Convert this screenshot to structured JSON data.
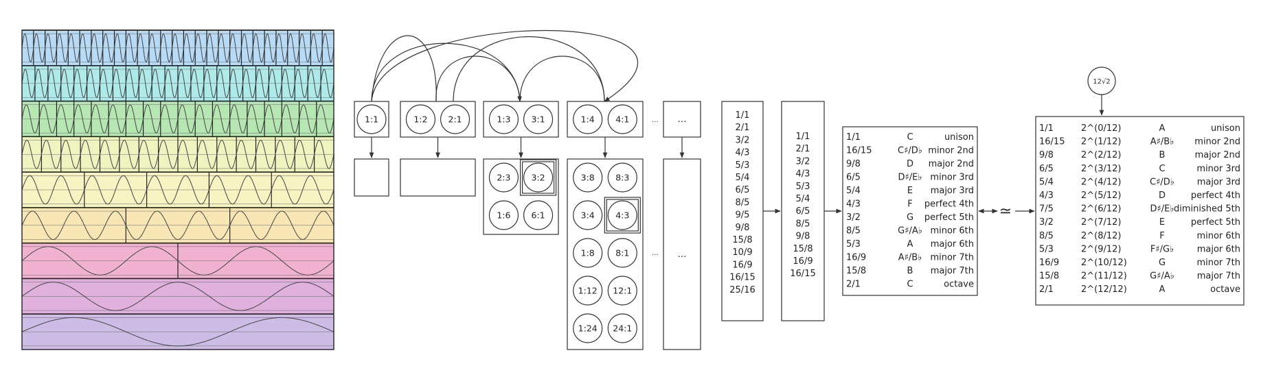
{
  "waves": {
    "colors": [
      "#b8daf4",
      "#aeeaea",
      "#b6e6b2",
      "#eef3bf",
      "#f8f3c2",
      "#f8e7b4",
      "#f1b2d2",
      "#dfb1dc",
      "#cdbde6"
    ],
    "cycles": [
      27,
      24,
      18,
      16,
      10,
      7.5,
      3,
      2.5,
      1.5
    ],
    "divisions": [
      27,
      24,
      18,
      16,
      5,
      3,
      2,
      1,
      1
    ]
  },
  "pair_groups": [
    {
      "top": [
        "1:1"
      ],
      "bottom": []
    },
    {
      "top": [
        "1:2",
        "2:1"
      ],
      "bottom": []
    },
    {
      "top": [
        "1:3",
        "3:1"
      ],
      "bottom": [
        "2:3",
        "3:2",
        "1:6",
        "6:1"
      ],
      "highlight": "3:2"
    },
    {
      "top": [
        "1:4",
        "4:1"
      ],
      "bottom": [
        "3:8",
        "8:3",
        "3:4",
        "4:3",
        "1:8",
        "8:1",
        "1:12",
        "12:1",
        "1:24",
        "24:1"
      ],
      "highlight": "4:3"
    }
  ],
  "ellipsis": "…",
  "dots": "...",
  "list_all": [
    "1/1",
    "2/1",
    "3/2",
    "4/3",
    "5/3",
    "5/4",
    "6/5",
    "8/5",
    "9/5",
    "9/8",
    "15/8",
    "10/9",
    "16/9",
    "16/15",
    "25/16"
  ],
  "list_sorted": [
    "1/1",
    "2/1",
    "3/2",
    "4/3",
    "5/3",
    "5/4",
    "6/5",
    "8/5",
    "9/8",
    "15/8",
    "16/9",
    "16/15"
  ],
  "just_intervals": [
    [
      "1/1",
      "C",
      "unison"
    ],
    [
      "16/15",
      "C♯/D♭",
      "minor 2nd"
    ],
    [
      "9/8",
      "D",
      "major 2nd"
    ],
    [
      "6/5",
      "D♯/E♭",
      "minor 3rd"
    ],
    [
      "5/4",
      "E",
      "major 3rd"
    ],
    [
      "4/3",
      "F",
      "perfect 4th"
    ],
    [
      "3/2",
      "G",
      "perfect 5th"
    ],
    [
      "8/5",
      "G♯/A♭",
      "minor 6th"
    ],
    [
      "5/3",
      "A",
      "major 6th"
    ],
    [
      "16/9",
      "A♯/B♭",
      "minor 7th"
    ],
    [
      "15/8",
      "B",
      "major 7th"
    ],
    [
      "2/1",
      "C",
      "octave"
    ]
  ],
  "approx_symbol": "≃",
  "root_label": "12√2",
  "equal_intervals": [
    [
      "1/1",
      "2^(0/12)",
      "A",
      "unison"
    ],
    [
      "16/15",
      "2^(1/12)",
      "A♯/B♭",
      "minor 2nd"
    ],
    [
      "9/8",
      "2^(2/12)",
      "B",
      "major 2nd"
    ],
    [
      "6/5",
      "2^(3/12)",
      "C",
      "minor 3rd"
    ],
    [
      "5/4",
      "2^(4/12)",
      "C♯/D♭",
      "major 3rd"
    ],
    [
      "4/3",
      "2^(5/12)",
      "D",
      "perfect 4th"
    ],
    [
      "7/5",
      "2^(6/12)",
      "D♯/E♭",
      "diminished 5th"
    ],
    [
      "3/2",
      "2^(7/12)",
      "E",
      "perfect 5th"
    ],
    [
      "8/5",
      "2^(8/12)",
      "F",
      "minor 6th"
    ],
    [
      "5/3",
      "2^(9/12)",
      "F♯/G♭",
      "major 6th"
    ],
    [
      "16/9",
      "2^(10/12)",
      "G",
      "minor 7th"
    ],
    [
      "15/8",
      "2^(11/12)",
      "G♯/A♭",
      "major 7th"
    ],
    [
      "2/1",
      "2^(12/12)",
      "A",
      "octave"
    ]
  ]
}
